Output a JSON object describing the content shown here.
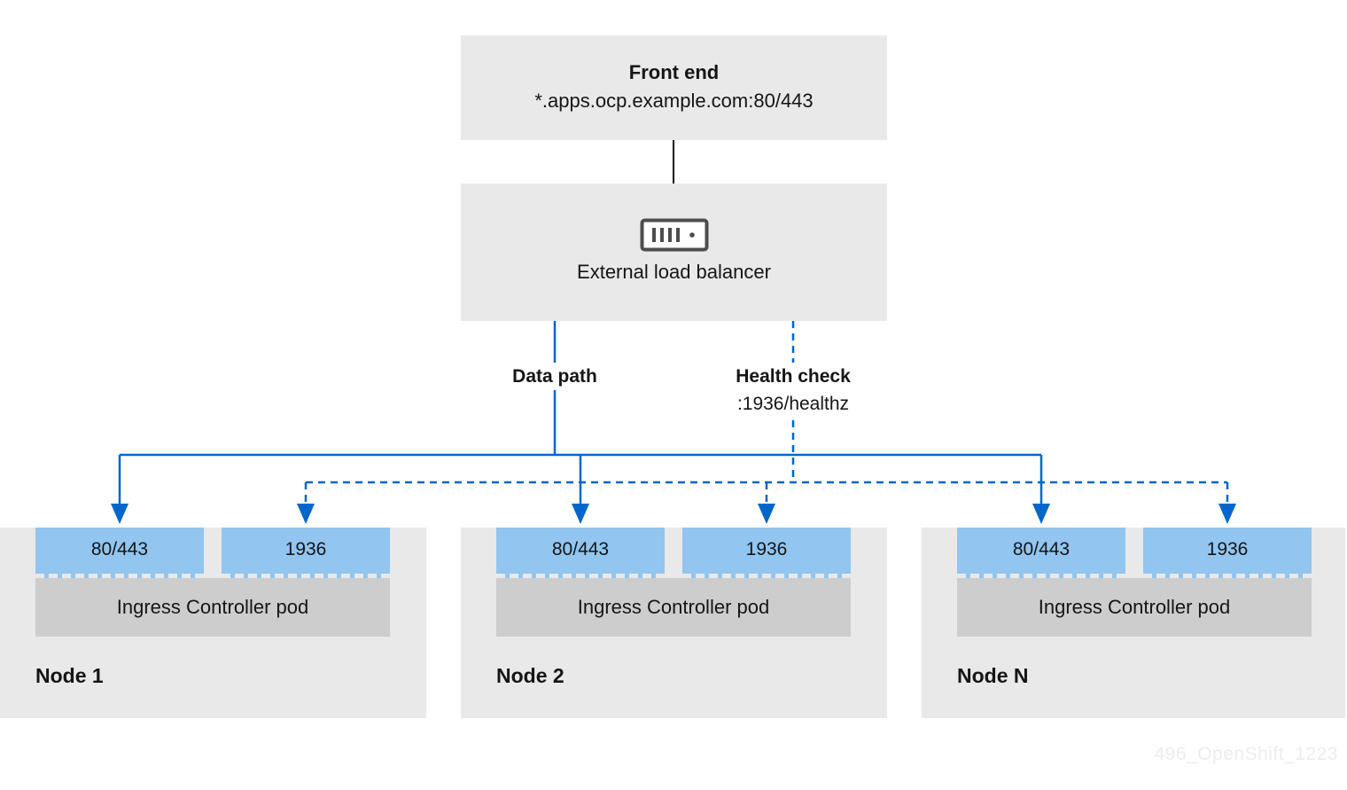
{
  "diagram": {
    "front_end": {
      "title": "Front end",
      "address": "*.apps.ocp.example.com:80/443"
    },
    "load_balancer": {
      "label": "External load balancer",
      "icon": "server-icon"
    },
    "data_path": {
      "label": "Data path",
      "line_style": "solid"
    },
    "health_check": {
      "label": "Health check",
      "endpoint": ":1936/healthz",
      "line_style": "dashed"
    },
    "nodes": [
      {
        "label": "Node 1",
        "ports": [
          "80/443",
          "1936"
        ],
        "pod": "Ingress Controller pod"
      },
      {
        "label": "Node 2",
        "ports": [
          "80/443",
          "1936"
        ],
        "pod": "Ingress Controller pod"
      },
      {
        "label": "Node N",
        "ports": [
          "80/443",
          "1936"
        ],
        "pod": "Ingress Controller pod"
      }
    ],
    "watermark": "496_OpenShift_1223",
    "colors": {
      "line_blue": "#0066cc",
      "port_blue": "#92c5f0",
      "box_gray": "#e9e9e9",
      "pod_gray": "#cdcdcd",
      "text": "#151515",
      "icon_gray": "#4d4d4d",
      "watermark_gray": "#ececec"
    }
  }
}
